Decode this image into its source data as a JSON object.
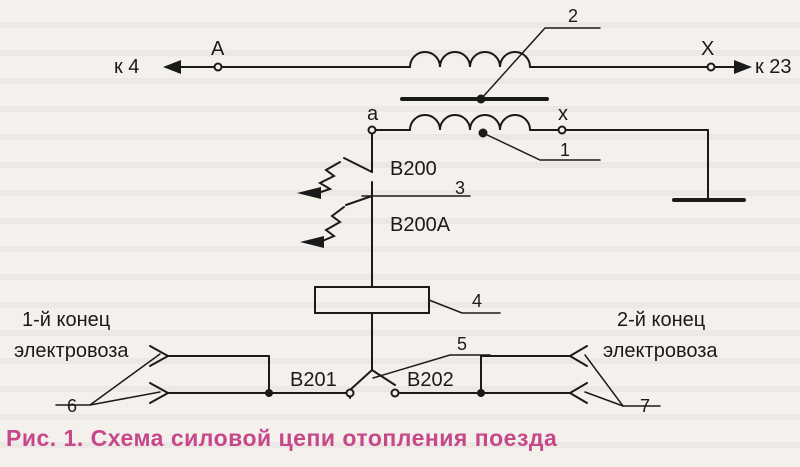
{
  "diagram": {
    "terminals": {
      "A": "A",
      "X": "X",
      "a": "a",
      "x": "x"
    },
    "arrows": {
      "left": "к 4",
      "right": "к 23"
    },
    "switches": {
      "b200": "В200",
      "b200a": "В200А",
      "b201": "В201",
      "b202": "В202"
    },
    "ends": {
      "first_line1": "1-й конец",
      "first_line2": "электровоза",
      "second_line1": "2-й конец",
      "second_line2": "электровоза"
    },
    "callouts": [
      "1",
      "2",
      "3",
      "4",
      "5",
      "6",
      "7"
    ]
  },
  "caption": "Рис. 1. Схема силовой цепи отопления поезда",
  "colors": {
    "ink": "#1a1a1a",
    "caption": "#c6478a",
    "paper": "#f4f1ec"
  }
}
